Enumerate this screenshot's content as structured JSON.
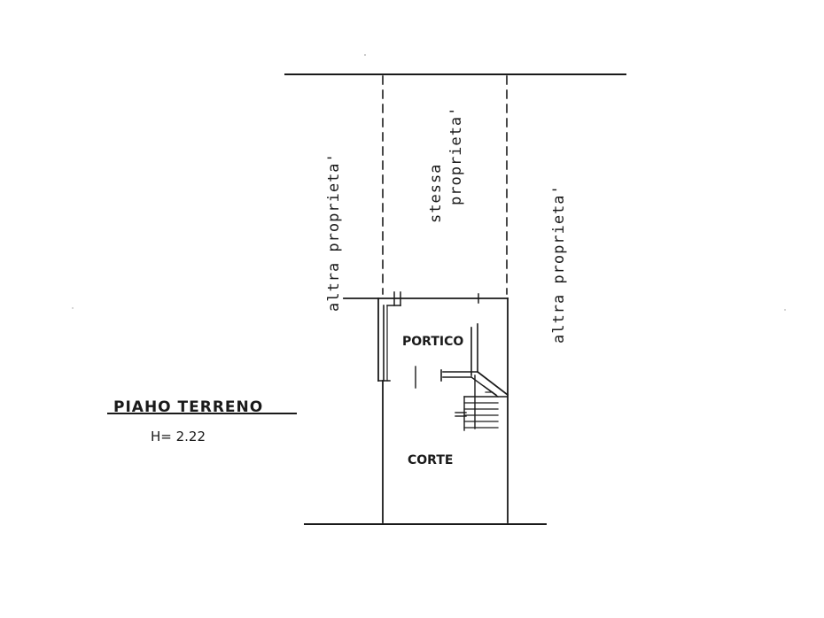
{
  "plan": {
    "title": "PIAHO TERRENO",
    "height_note": "H= 2.22",
    "labels": {
      "left_neighbour": "altra proprieta'",
      "same_property_line1": "stessa",
      "same_property_line2": "proprieta'",
      "right_neighbour": "altra proprieta'",
      "portico": "PORTICO",
      "corte": "CORTE"
    }
  }
}
